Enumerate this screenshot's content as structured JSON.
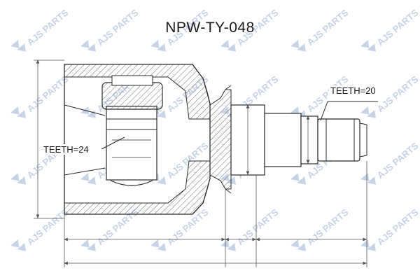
{
  "title": "NPW-TY-048",
  "callouts": {
    "inner_teeth": "TEETH=24",
    "outer_teeth": "TEETH=20"
  },
  "watermark": {
    "text": "AJS PARTS",
    "color": "#c7d3e6"
  },
  "colors": {
    "line": "#2b2b2b",
    "hatch": "#6b6b6b",
    "dim": "#555555"
  }
}
